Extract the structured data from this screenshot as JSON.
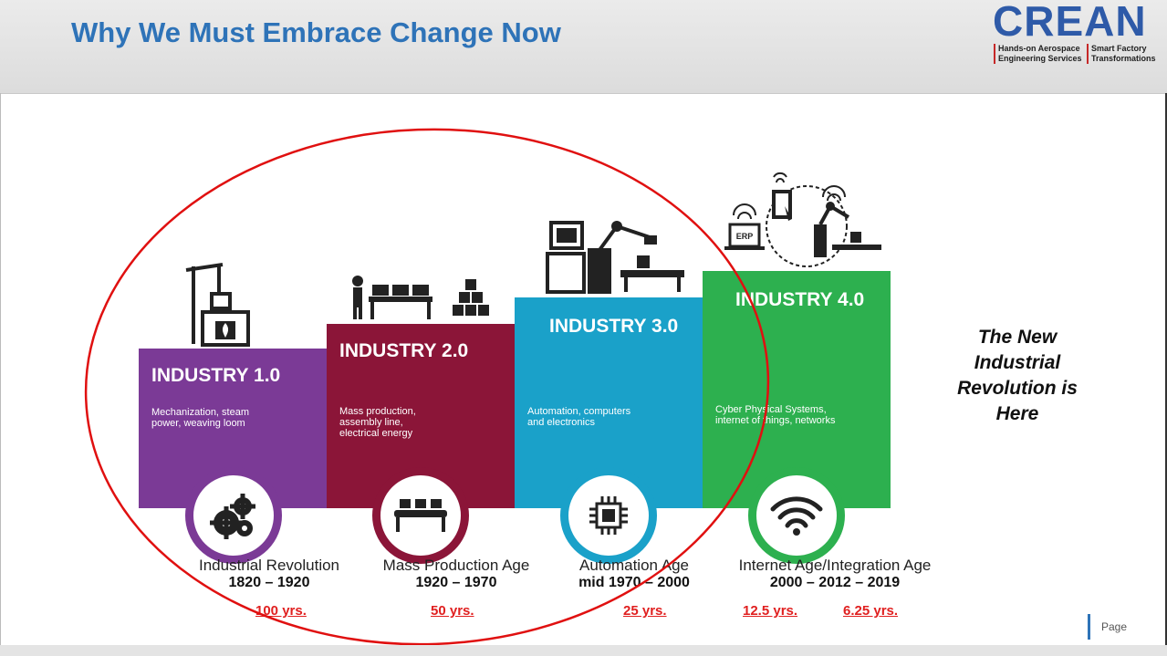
{
  "slide_title": "Why We Must Embrace Change Now",
  "logo": {
    "word": "CREAN",
    "tag1": [
      "Hands-on Aerospace",
      "Engineering Services"
    ],
    "tag2": [
      "Smart Factory",
      "Transformations"
    ]
  },
  "industries": [
    {
      "label": "INDUSTRY 1.0",
      "desc": [
        "Mechanization, steam",
        "power, weaving loom"
      ],
      "color": "#7b3a96"
    },
    {
      "label": "INDUSTRY 2.0",
      "desc": [
        "Mass production,",
        "assembly line,",
        "electrical energy"
      ],
      "color": "#8b1538"
    },
    {
      "label": "INDUSTRY 3.0",
      "desc": [
        "Automation, computers",
        "and electronics"
      ],
      "color": "#1aa1c9"
    },
    {
      "label": "INDUSTRY 4.0",
      "desc": [
        "Cyber Physical Systems,",
        "internet of things, networks"
      ],
      "color": "#2db04f"
    }
  ],
  "icons": {
    "top1": "oil-pump-factory-icon",
    "top2": "worker-conveyor-boxes-icon",
    "top3": "robot-arm-computer-icon",
    "top4": "erp-tablet-robot-network-icon",
    "c1": "gears-icon",
    "c2": "conveyor-belt-icon",
    "c3": "microchip-icon",
    "c4": "wifi-icon"
  },
  "eras": [
    {
      "name": "Industrial Revolution",
      "years": "1820 – 1920"
    },
    {
      "name": "Mass Production Age",
      "years": "1920 – 1970"
    },
    {
      "name": "Automation Age",
      "years": "mid 1970 – 2000"
    },
    {
      "name": "Internet Age/Integration Age",
      "years": "2000 – 2012 – 2019"
    }
  ],
  "durations": [
    "100 yrs.",
    "50 yrs.",
    "25 yrs.",
    "12.5 yrs.",
    "6.25 yrs."
  ],
  "side_text": [
    "The New",
    "Industrial",
    "Revolution is",
    "Here"
  ],
  "page_label": "Page",
  "colors": {
    "title": "#2e73b8",
    "highlight": "#e02020"
  }
}
